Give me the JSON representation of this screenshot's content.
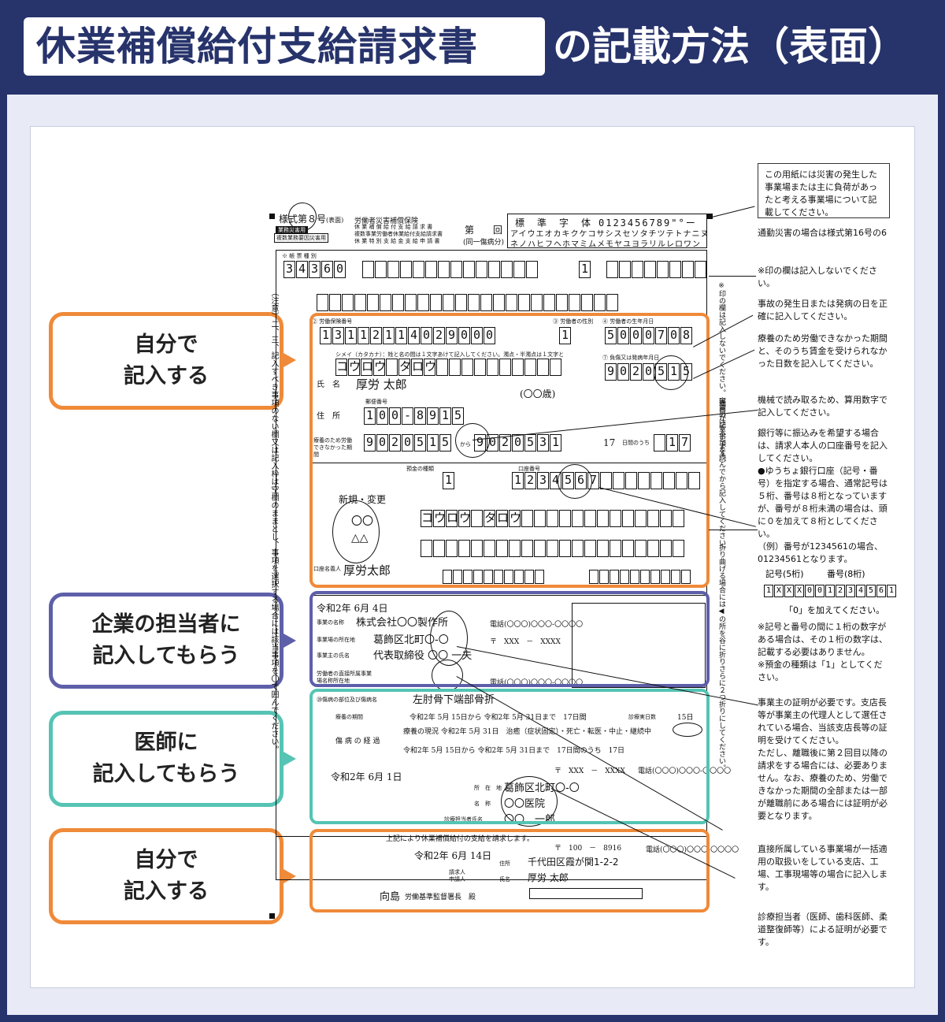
{
  "header": {
    "title_main": "休業補償給付支給請求書",
    "title_rest": "の記載方法（表面）"
  },
  "labels": [
    {
      "text": "自分で\n記入する",
      "color": "orange"
    },
    {
      "text": "企業の担当者に\n記入してもらう",
      "color": "purple"
    },
    {
      "text": "医師に\n記入してもらう",
      "color": "teal"
    },
    {
      "text": "自分で\n記入する",
      "color": "orange"
    }
  ],
  "form": {
    "form_number": "様式第８号",
    "form_side": "(表面)",
    "form_type_badge_1": "業務災害用",
    "form_type_badge_2": "複数業務要因災害用",
    "insurance_title": "労働者災害補償保険",
    "title_line_1": "休 業 補 償 給 付 支 給 請 求 書",
    "title_line_2": "複数事業労働者休業給付支給請求書",
    "title_line_3": "休 業 特 別 支 給 金 支 給 申 請 書",
    "title_suffix": "第　　回",
    "title_note": "(同一傷病分)",
    "std_char_label": "標　準　字　体",
    "std_digits": "0123456789\"°ー",
    "std_kana_1": "アイウエオカキクケコサシスセソタチツテトナニヌ",
    "std_kana_2": "ネノハヒフヘホマミムメモヤユヨラリルレロワン",
    "form_code": "34360",
    "labor_insurance_label": "② 労働保険番号",
    "labor_insurance_number": "13112114029000",
    "gender_label": "③ 労働者の性別",
    "gender_value": "1",
    "birth_label": "④ 労働者の生年月日",
    "birth_value": "5000708",
    "injury_date_label": "⑦ 負傷又は発病年月日",
    "injury_date_value": "9020515",
    "name_kana_label": "シメイ（カタカナ）：姓と名の間は１文字あけて記入してください。濁点・半濁点は１文字として記入してください。",
    "name_kana": "コウロウ タロウ",
    "name_label": "氏　名",
    "name_value": "厚労 太郎",
    "age_value": "(〇〇歳)",
    "zip_label": "郵便番号",
    "zip_value": "100-8915",
    "address_label": "住　所",
    "period_label": "療養のため労働できなかった期間",
    "period_from": "9020515",
    "period_to": "9020531",
    "period_days": "17",
    "period_days_label": "日間のうち",
    "period_days_value": "17",
    "bank_type_label": "預金の種類",
    "bank_type_value": "1",
    "account_label": "口座番号",
    "account_number": "1234567",
    "new_change": "新規・変更",
    "bank_name_1": "〇〇",
    "bank_name_2": "△△",
    "meigi_kana": "コウロウ タロウ",
    "account_holder_label": "口座名義人",
    "account_holder": "厚労太郎",
    "employer_date": "令和2年 6月 4日",
    "employer_name_label": "事業の名称",
    "employer_name": "株式会社〇〇製作所",
    "employer_address_label": "事業場の所在地",
    "employer_address": "葛飾区北町〇-〇",
    "employer_owner_label": "事業主の氏名",
    "employer_owner": "代表取締役 〇〇 一夫",
    "employer_tel": "電話(〇〇〇)〇〇〇-〇〇〇〇",
    "employer_zip": "〒　XXX　－　XXXX",
    "direct_office_label": "労働者の直接所属事業場名称所在地",
    "direct_office_tel": "電話(〇〇〇)〇〇〇-〇〇〇〇",
    "injury_part_label": "⑳傷病の部位及び傷病名",
    "injury_part": "左肘骨下端部骨折",
    "treatment_period_label": "療養の期間",
    "treatment_period": "令和2年 5月 15日から 令和2年 5月 31日まで　17日間",
    "treatment_days_label": "診療実日数",
    "treatment_days": "15日",
    "treatment_status": "療養の現況 令和2年 5月 31日　治癒（症状固定）・死亡・転医・中止・継続中",
    "unable_period": "令和2年 5月 15日から 令和2年 5月 31日まで　17日間のうち　17日",
    "doctor_date": "令和2年 6月 1日",
    "hospital_address_label": "所　在　地",
    "hospital_address": "葛飾区北町〇-〇",
    "hospital_name_label": "名　称",
    "hospital_name": "〇〇医院",
    "doctor_name_label": "診療担当者氏名",
    "doctor_name": "〇〇　一郎",
    "hospital_zip": "〒　XXX　－　XXXX",
    "hospital_tel": "電話(〇〇〇)〇〇〇-〇〇〇〇",
    "claim_statement": "上記により休業補償給付の支給を請求します。",
    "claim_date": "令和2年 6月 14日",
    "claimant_zip": "〒　100　－　8916",
    "claimant_tel": "電話(〇〇〇)〇〇〇-〇〇〇〇",
    "claimant_address_label": "住所",
    "claimant_address": "千代田区霞が関1-2-2",
    "claimant_name_label": "氏名",
    "claimant_name": "厚労 太郎",
    "claimant_role": "請求人\n申請人",
    "office_name": "向島",
    "office_suffix": "労働基準監督署長　殿"
  },
  "notes": [
    {
      "text": "この用紙には災害の発生した事業場または主に負荷があったと考える事業場について記載してください。",
      "boxed": true
    },
    {
      "text": "通勤災害の場合は様式第16号の6"
    },
    {
      "text": "※印の欄は記入しないでください。"
    },
    {
      "text": "事故の発生日または発病の日を正確に記入してください。"
    },
    {
      "text": "療養のため労働できなかった期間と、そのうち賃金を受けられなかった日数を記入してください。"
    },
    {
      "text": "機械で読み取るため、算用数字で記入してください。"
    },
    {
      "text": "銀行等に振込みを希望する場合は、請求人本人の口座番号を記入してください。\n●ゆうちょ銀行口座（記号・番号）を指定する場合、通常記号は５桁、番号は８桁となっていますが、番号が８桁未満の場合は、頭に０を加えて８桁としてください。\n（例）番号が1234561の場合、01234561となります。"
    },
    {
      "text": "※記号と番号の間に１桁の数字がある場合は、その１桁の数字は、記載する必要はありません。\n※預金の種類は「1」としてください。"
    },
    {
      "text": "事業主の証明が必要です。支店長等が事業主の代理人として選任されている場合、当該支店長等の証明を受けてください。\nただし、離職後に第２回目以降の請求をする場合には、必要ありません。なお、療養のため、労働できなかった期間の全部または一部が離職前にある場合には証明が必要となります。"
    },
    {
      "text": "直接所属している事業場が一括適用の取扱いをしている支店、工場、工事現場等の場合に記入します。"
    },
    {
      "text": "診療担当者（医師、歯科医師、柔道整復師等）による証明が必要です。"
    }
  ],
  "example": {
    "label_symbol": "記号(5桁)",
    "label_number": "番号(8桁)",
    "cells": [
      "1",
      "X",
      "X",
      "X",
      "0",
      "0",
      "1",
      "2",
      "3",
      "4",
      "5",
      "6",
      "1"
    ],
    "caption": "「0」を加えてください。"
  },
  "vertical_texts": {
    "notice_1": "※印の欄は記入しないでください。（職員が記入します。）",
    "notice_2": "裏面の注意事項を読んでから記入してください。",
    "fold": "折り曲げる場合には◀の所を谷に折りさらに２つ折りにしてください。",
    "left_notes": "（注意）二、三、記入すべき事項のない欄又は記入枠は空欄のままとし、事項を選択する場合には該当事項を〇で囲んでください。"
  }
}
